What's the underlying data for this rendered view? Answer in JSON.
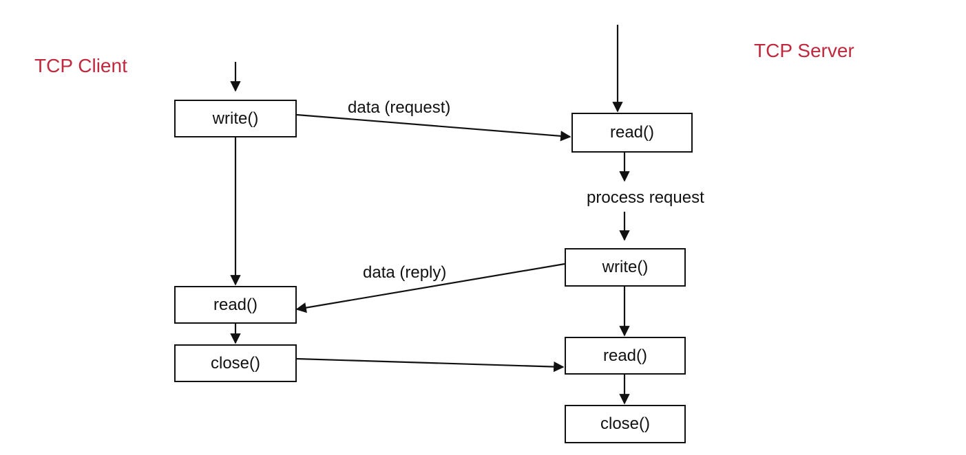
{
  "colors": {
    "title": "#c0283e",
    "line": "#111111"
  },
  "client": {
    "title": "TCP Client",
    "write_label": "write()",
    "read_label": "read()",
    "close_label": "close()"
  },
  "server": {
    "title": "TCP Server",
    "read1_label": "read()",
    "process_label": "process request",
    "write_label": "write()",
    "read2_label": "read()",
    "close_label": "close()"
  },
  "messages": {
    "request": "data (request)",
    "reply": "data (reply)"
  }
}
